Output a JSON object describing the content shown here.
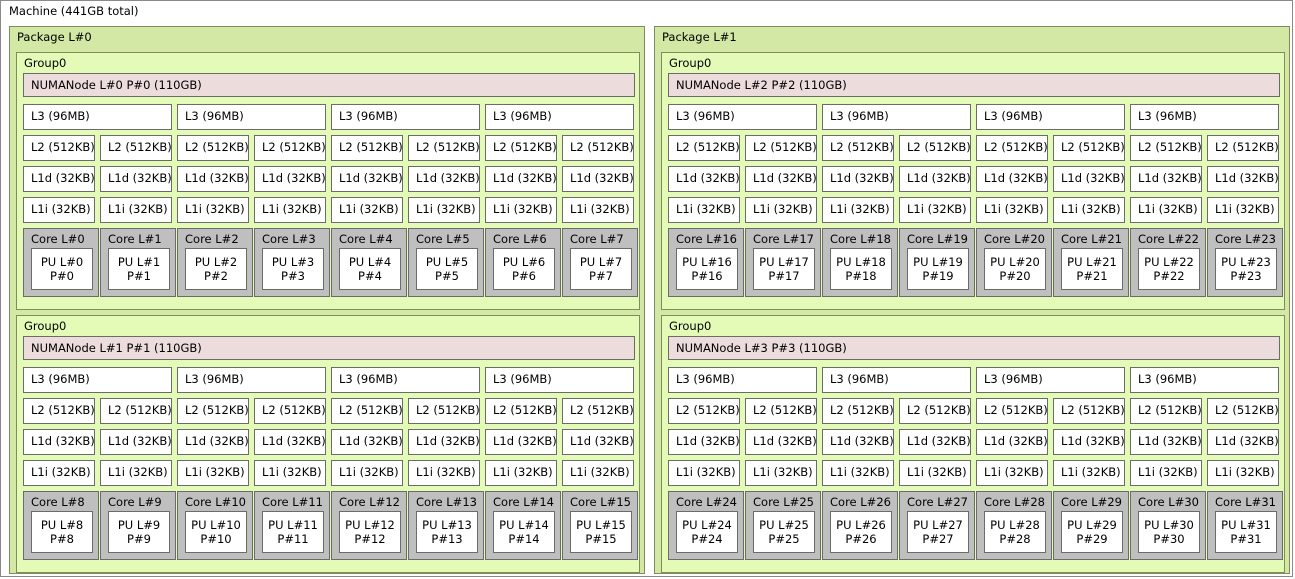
{
  "machine": {
    "label": "Machine (441GB total)"
  },
  "colors": {
    "package_fill": "#d2e8a4",
    "group_fill": "#e4fbb8",
    "numa_fill": "#ecdcdc",
    "core_fill": "#bfbfbf",
    "cache_fill": "#ffffff",
    "border": "#6b6b6b",
    "machine_border": "#8a8a8a"
  },
  "labels": {
    "group": "Group0",
    "l3": "L3 (96MB)",
    "l2": "L2 (512KB)",
    "l1d": "L1d (32KB)",
    "l1i": "L1i (32KB)"
  },
  "packages": [
    {
      "label": "Package L#0",
      "groups": [
        {
          "label": "Group0",
          "numa": "NUMANode L#0 P#0 (110GB)",
          "l3": [
            "L3 (96MB)",
            "L3 (96MB)",
            "L3 (96MB)",
            "L3 (96MB)"
          ],
          "l2": [
            "L2 (512KB)",
            "L2 (512KB)",
            "L2 (512KB)",
            "L2 (512KB)",
            "L2 (512KB)",
            "L2 (512KB)",
            "L2 (512KB)",
            "L2 (512KB)"
          ],
          "l1d": [
            "L1d (32KB)",
            "L1d (32KB)",
            "L1d (32KB)",
            "L1d (32KB)",
            "L1d (32KB)",
            "L1d (32KB)",
            "L1d (32KB)",
            "L1d (32KB)"
          ],
          "l1i": [
            "L1i (32KB)",
            "L1i (32KB)",
            "L1i (32KB)",
            "L1i (32KB)",
            "L1i (32KB)",
            "L1i (32KB)",
            "L1i (32KB)",
            "L1i (32KB)"
          ],
          "cores": [
            {
              "label": "Core L#0",
              "pu_l": "PU L#0",
              "pu_p": "P#0"
            },
            {
              "label": "Core L#1",
              "pu_l": "PU L#1",
              "pu_p": "P#1"
            },
            {
              "label": "Core L#2",
              "pu_l": "PU L#2",
              "pu_p": "P#2"
            },
            {
              "label": "Core L#3",
              "pu_l": "PU L#3",
              "pu_p": "P#3"
            },
            {
              "label": "Core L#4",
              "pu_l": "PU L#4",
              "pu_p": "P#4"
            },
            {
              "label": "Core L#5",
              "pu_l": "PU L#5",
              "pu_p": "P#5"
            },
            {
              "label": "Core L#6",
              "pu_l": "PU L#6",
              "pu_p": "P#6"
            },
            {
              "label": "Core L#7",
              "pu_l": "PU L#7",
              "pu_p": "P#7"
            }
          ]
        },
        {
          "label": "Group0",
          "numa": "NUMANode L#1 P#1 (110GB)",
          "l3": [
            "L3 (96MB)",
            "L3 (96MB)",
            "L3 (96MB)",
            "L3 (96MB)"
          ],
          "l2": [
            "L2 (512KB)",
            "L2 (512KB)",
            "L2 (512KB)",
            "L2 (512KB)",
            "L2 (512KB)",
            "L2 (512KB)",
            "L2 (512KB)",
            "L2 (512KB)"
          ],
          "l1d": [
            "L1d (32KB)",
            "L1d (32KB)",
            "L1d (32KB)",
            "L1d (32KB)",
            "L1d (32KB)",
            "L1d (32KB)",
            "L1d (32KB)",
            "L1d (32KB)"
          ],
          "l1i": [
            "L1i (32KB)",
            "L1i (32KB)",
            "L1i (32KB)",
            "L1i (32KB)",
            "L1i (32KB)",
            "L1i (32KB)",
            "L1i (32KB)",
            "L1i (32KB)"
          ],
          "cores": [
            {
              "label": "Core L#8",
              "pu_l": "PU L#8",
              "pu_p": "P#8"
            },
            {
              "label": "Core L#9",
              "pu_l": "PU L#9",
              "pu_p": "P#9"
            },
            {
              "label": "Core L#10",
              "pu_l": "PU L#10",
              "pu_p": "P#10"
            },
            {
              "label": "Core L#11",
              "pu_l": "PU L#11",
              "pu_p": "P#11"
            },
            {
              "label": "Core L#12",
              "pu_l": "PU L#12",
              "pu_p": "P#12"
            },
            {
              "label": "Core L#13",
              "pu_l": "PU L#13",
              "pu_p": "P#13"
            },
            {
              "label": "Core L#14",
              "pu_l": "PU L#14",
              "pu_p": "P#14"
            },
            {
              "label": "Core L#15",
              "pu_l": "PU L#15",
              "pu_p": "P#15"
            }
          ]
        }
      ]
    },
    {
      "label": "Package L#1",
      "groups": [
        {
          "label": "Group0",
          "numa": "NUMANode L#2 P#2 (110GB)",
          "l3": [
            "L3 (96MB)",
            "L3 (96MB)",
            "L3 (96MB)",
            "L3 (96MB)"
          ],
          "l2": [
            "L2 (512KB)",
            "L2 (512KB)",
            "L2 (512KB)",
            "L2 (512KB)",
            "L2 (512KB)",
            "L2 (512KB)",
            "L2 (512KB)",
            "L2 (512KB)"
          ],
          "l1d": [
            "L1d (32KB)",
            "L1d (32KB)",
            "L1d (32KB)",
            "L1d (32KB)",
            "L1d (32KB)",
            "L1d (32KB)",
            "L1d (32KB)",
            "L1d (32KB)"
          ],
          "l1i": [
            "L1i (32KB)",
            "L1i (32KB)",
            "L1i (32KB)",
            "L1i (32KB)",
            "L1i (32KB)",
            "L1i (32KB)",
            "L1i (32KB)",
            "L1i (32KB)"
          ],
          "cores": [
            {
              "label": "Core L#16",
              "pu_l": "PU L#16",
              "pu_p": "P#16"
            },
            {
              "label": "Core L#17",
              "pu_l": "PU L#17",
              "pu_p": "P#17"
            },
            {
              "label": "Core L#18",
              "pu_l": "PU L#18",
              "pu_p": "P#18"
            },
            {
              "label": "Core L#19",
              "pu_l": "PU L#19",
              "pu_p": "P#19"
            },
            {
              "label": "Core L#20",
              "pu_l": "PU L#20",
              "pu_p": "P#20"
            },
            {
              "label": "Core L#21",
              "pu_l": "PU L#21",
              "pu_p": "P#21"
            },
            {
              "label": "Core L#22",
              "pu_l": "PU L#22",
              "pu_p": "P#22"
            },
            {
              "label": "Core L#23",
              "pu_l": "PU L#23",
              "pu_p": "P#23"
            }
          ]
        },
        {
          "label": "Group0",
          "numa": "NUMANode L#3 P#3 (110GB)",
          "l3": [
            "L3 (96MB)",
            "L3 (96MB)",
            "L3 (96MB)",
            "L3 (96MB)"
          ],
          "l2": [
            "L2 (512KB)",
            "L2 (512KB)",
            "L2 (512KB)",
            "L2 (512KB)",
            "L2 (512KB)",
            "L2 (512KB)",
            "L2 (512KB)",
            "L2 (512KB)"
          ],
          "l1d": [
            "L1d (32KB)",
            "L1d (32KB)",
            "L1d (32KB)",
            "L1d (32KB)",
            "L1d (32KB)",
            "L1d (32KB)",
            "L1d (32KB)",
            "L1d (32KB)"
          ],
          "l1i": [
            "L1i (32KB)",
            "L1i (32KB)",
            "L1i (32KB)",
            "L1i (32KB)",
            "L1i (32KB)",
            "L1i (32KB)",
            "L1i (32KB)",
            "L1i (32KB)"
          ],
          "cores": [
            {
              "label": "Core L#24",
              "pu_l": "PU L#24",
              "pu_p": "P#24"
            },
            {
              "label": "Core L#25",
              "pu_l": "PU L#25",
              "pu_p": "P#25"
            },
            {
              "label": "Core L#26",
              "pu_l": "PU L#26",
              "pu_p": "P#26"
            },
            {
              "label": "Core L#27",
              "pu_l": "PU L#27",
              "pu_p": "P#27"
            },
            {
              "label": "Core L#28",
              "pu_l": "PU L#28",
              "pu_p": "P#28"
            },
            {
              "label": "Core L#29",
              "pu_l": "PU L#29",
              "pu_p": "P#29"
            },
            {
              "label": "Core L#30",
              "pu_l": "PU L#30",
              "pu_p": "P#30"
            },
            {
              "label": "Core L#31",
              "pu_l": "PU L#31",
              "pu_p": "P#31"
            }
          ]
        }
      ]
    }
  ]
}
